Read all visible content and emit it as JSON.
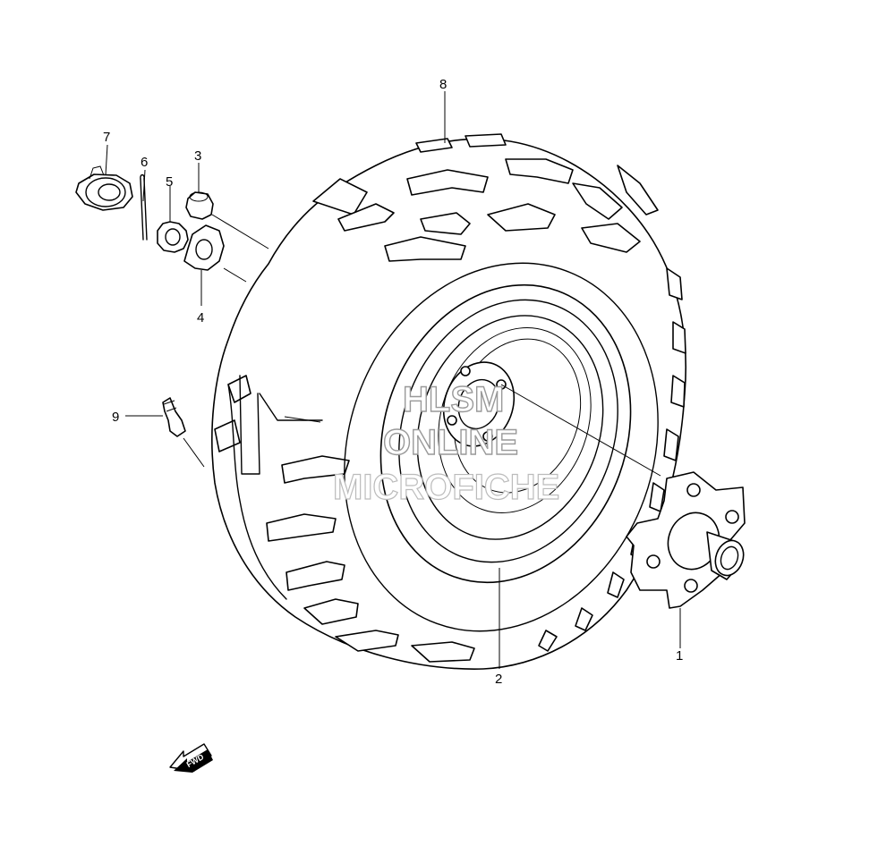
{
  "diagram": {
    "callouts": [
      "1",
      "2",
      "3",
      "4",
      "5",
      "6",
      "7",
      "8",
      "9"
    ],
    "watermark": {
      "line1": "HLSM",
      "line2": "ONLINE",
      "line3": "MICROFICHE"
    },
    "fwd_label": "FWD"
  }
}
